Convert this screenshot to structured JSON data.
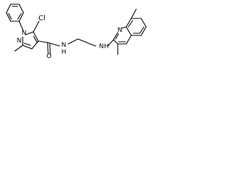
{
  "structure": {
    "atoms": {
      "chlorine": "Cl",
      "pyrazole_n1": "N",
      "pyrazole_n2": "N",
      "carbonyl_oxygen": "O",
      "amide_nitrogen": "N",
      "amide_hydrogen": "H",
      "amine_nitrogen": "N",
      "amine_hydrogen": "H",
      "quinoline_nitrogen": "N"
    }
  }
}
